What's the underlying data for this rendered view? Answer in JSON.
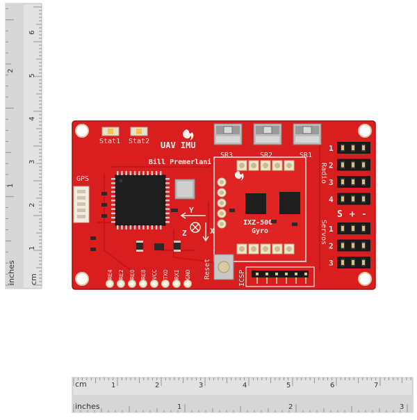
{
  "board": {
    "title": "UAV IMU",
    "author": "Bill Premerlani",
    "status_leds": [
      "Stat1",
      "Stat2"
    ],
    "servo_switches": [
      "SR3",
      "SR2",
      "SR1"
    ],
    "gps_label": "GPS",
    "radio_label": "Radio",
    "servos_label": "Servos",
    "radio_channels": [
      "1",
      "2",
      "3",
      "4"
    ],
    "servo_channels": [
      "1",
      "2",
      "3"
    ],
    "polarity": {
      "signal": "S",
      "plus": "+",
      "minus": "-"
    },
    "axis_y": "Y",
    "axis_x": "X",
    "axis_z": "Z",
    "reset_label": "Reset",
    "icsp_label": "ICSP",
    "bottom_pins": [
      "RE4",
      "RE2",
      "RE0",
      "RE8",
      "VCC",
      "TXO",
      "RXI",
      "GND"
    ],
    "gyro": {
      "chip": "IXZ-500",
      "name": "Gyro"
    },
    "pcb_color": "#d81e1e"
  },
  "ruler_left": {
    "unit_cm": "cm",
    "unit_inches": "inches",
    "cm_ticks": [
      "1",
      "2",
      "3",
      "4",
      "5",
      "6"
    ],
    "inch_ticks": [
      "1",
      "2"
    ]
  },
  "ruler_bottom": {
    "unit_cm": "cm",
    "unit_inches": "inches",
    "cm_ticks": [
      "1",
      "2",
      "3",
      "4",
      "5",
      "6",
      "7"
    ],
    "inch_ticks": [
      "1",
      "2",
      "3"
    ]
  }
}
